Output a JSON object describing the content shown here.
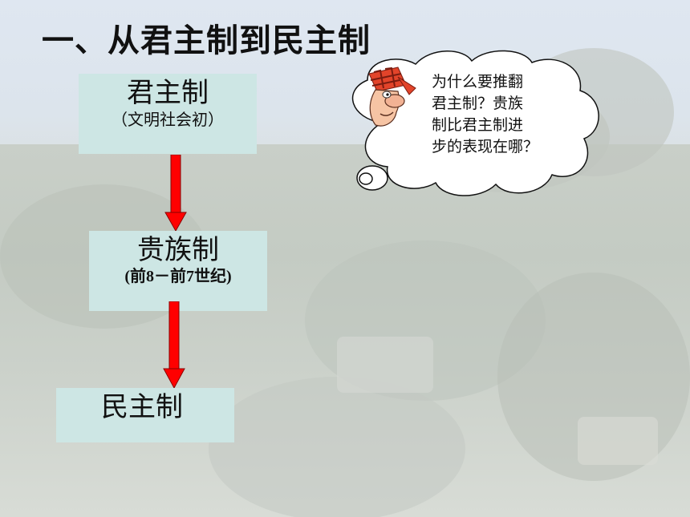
{
  "title": "一、从君主制到民主制",
  "flow": {
    "step1": {
      "label": "君主制",
      "sub": "（文明社会初）"
    },
    "step2": {
      "label": "贵族制",
      "sub": "(前8－前7世纪)"
    },
    "step3": {
      "label": "民主制"
    }
  },
  "thought_bubble": {
    "lines": [
      "为什么要推翻",
      "君主制？贵族",
      "制比君主制进",
      "步的表现在哪？"
    ]
  },
  "colors": {
    "box_fill": "#cde6e4",
    "arrow": "#ff0000",
    "title_text": "#111111"
  },
  "icons": [
    "thinking-character-icon",
    "down-arrow-icon"
  ]
}
